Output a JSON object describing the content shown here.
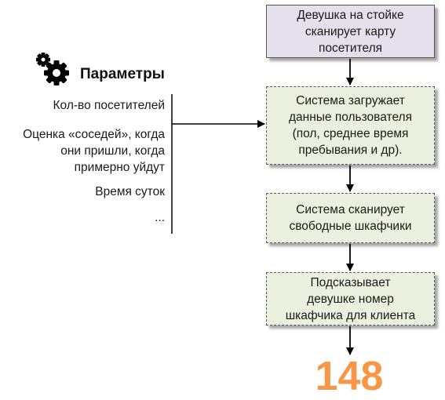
{
  "parameters": {
    "title": "Параметры",
    "icon": "gears-icon",
    "items": [
      "Кол-во посетителей",
      "Оценка «соседей», когда\nони пришли, когда\nпримерно уйдут",
      "Время суток",
      "..."
    ]
  },
  "flow": {
    "steps": [
      "Девушка на стойке\nсканирует карту\nпосетителя",
      "Система загружает\nданные пользователя\n(пол, среднее время\nпребывания и др).",
      "Система сканирует\nсвободные шкафчики",
      "Подсказывает\nдевушке номер\nшкафчика для клиента"
    ],
    "result": "148"
  },
  "colors": {
    "start_fill": "#e6e0ec",
    "step_fill": "#ebf1de",
    "border": "#555555",
    "arrow": "#000000",
    "result": "#f79646"
  }
}
